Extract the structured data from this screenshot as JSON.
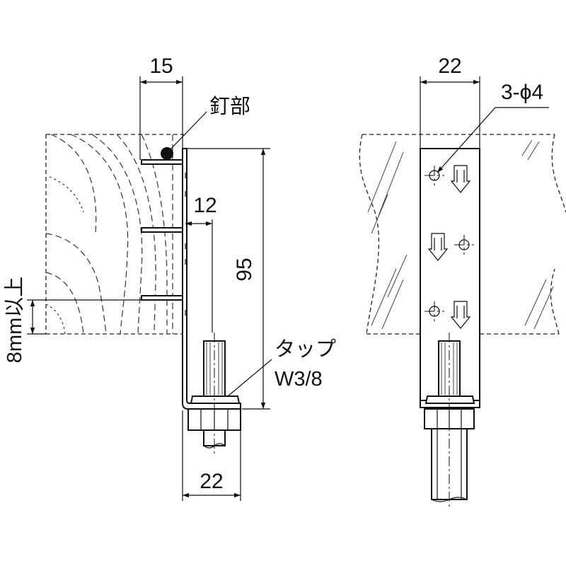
{
  "dimensions": {
    "nail_offset": "15",
    "top_leg": "12",
    "height": "95",
    "width_bottom": "22",
    "width_front": "22",
    "holes": "3-ϕ4"
  },
  "labels": {
    "nail_part": "釘部",
    "embed_depth": "8mm以上",
    "tap_line1": "タップ",
    "tap_line2": "W3/8"
  }
}
